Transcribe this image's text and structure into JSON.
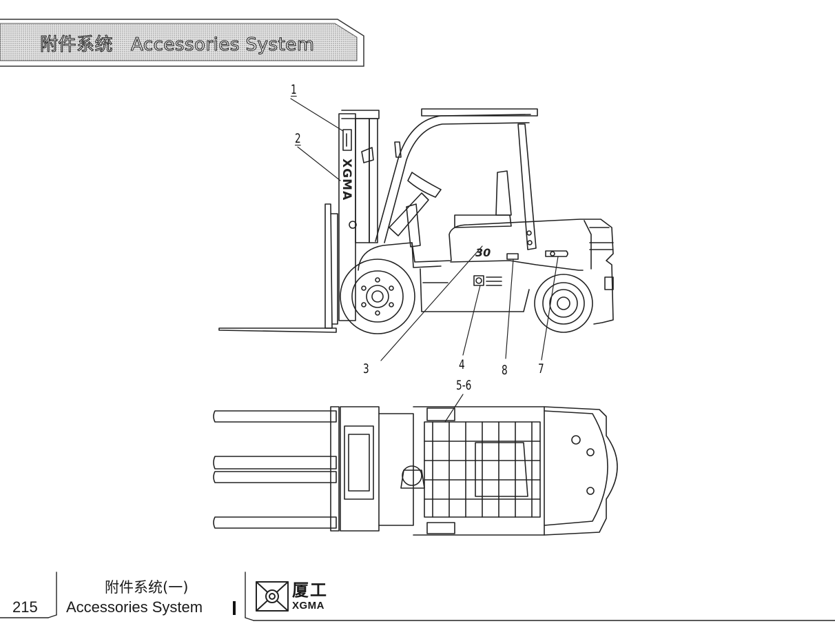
{
  "header": {
    "title_cn": "附件系统",
    "title_en": "Accessories System"
  },
  "drawing": {
    "side_view": {
      "mast_brand": "XGMA",
      "model_badge": "30",
      "callouts": [
        "1",
        "2",
        "3",
        "4",
        "8",
        "7"
      ]
    },
    "top_view": {
      "callouts": [
        "5-6"
      ]
    }
  },
  "footer": {
    "page_number": "215",
    "section_title_cn": "附件系统(一)",
    "section_title_en": "Accessories System",
    "brand_cn": "厦工",
    "brand_en": "XGMA"
  }
}
